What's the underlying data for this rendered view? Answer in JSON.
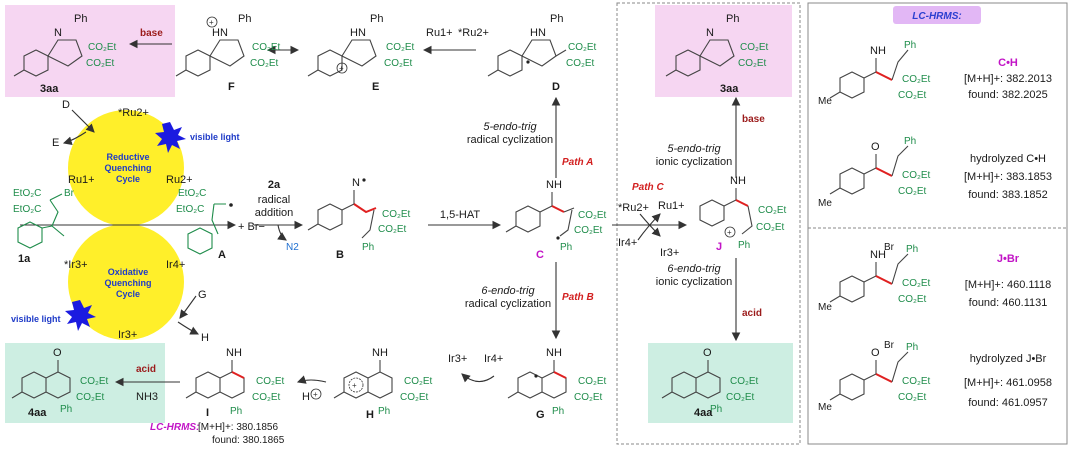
{
  "compounds": {
    "c3aa_top": "3aa",
    "F": "F",
    "E": "E",
    "D": "D",
    "c3aa_right": "3aa",
    "c1a": "1a",
    "A": "A",
    "B": "B",
    "C": "C",
    "J": "J",
    "G": "G",
    "H": "H",
    "I": "I",
    "c4aa_left": "4aa",
    "c4aa_right": "4aa"
  },
  "reagents": {
    "base_top": "base",
    "base_right": "base",
    "acid_left": "acid",
    "acid_right": "acid",
    "ru1": "Ru1+",
    "ru2star": "*Ru2+",
    "ir3": "Ir3+",
    "ir4": "Ir4+",
    "br": "+ Br−",
    "two_a": "2a",
    "radical": "radical",
    "addition": "addition",
    "n2": "N2",
    "hat": "1,5-HAT",
    "nh3": "NH3",
    "d_label": "D",
    "e_label": "E",
    "g_label": "G",
    "h_label": "H"
  },
  "paths": {
    "path_a": "Path A",
    "path_b": "Path B",
    "path_c": "Path C",
    "endo5_radical_1": "5-endo-trig",
    "endo5_radical_2": "radical cyclization",
    "endo6_radical_1": "6-endo-trig",
    "endo6_radical_2": "radical cyclization",
    "endo5_ionic_1": "5-endo-trig",
    "endo5_ionic_2": "ionic cyclization",
    "endo6_ionic_1": "6-endo-trig",
    "endo6_ionic_2": "ionic cyclization"
  },
  "cycles": {
    "reductive_1": "Reductive",
    "reductive_2": "Quenching",
    "reductive_3": "Cycle",
    "oxidative_1": "Oxidative",
    "oxidative_2": "Quenching",
    "oxidative_3": "Cycle",
    "visible_light_1": "visible light",
    "visible_light_2": "visible light",
    "ru2star": "*Ru2+",
    "ru1": "Ru1+",
    "ru2": "Ru2+",
    "ir3star": "*Ir3+",
    "ir4": "Ir4+",
    "ir3": "Ir3+"
  },
  "lc_hrms_bottom": {
    "label": "LC-HRMS:",
    "calc": "[M+H]+: 380.1856",
    "found": "found: 380.1865"
  },
  "panel": {
    "title": "LC-HRMS:",
    "entries": [
      {
        "name": "C•H",
        "calc": "[M+H]+: 382.2013",
        "found": "found: 382.2025"
      },
      {
        "name": "hydrolyzed C•H",
        "calc": "[M+H]+: 383.1853",
        "found": "found: 383.1852"
      },
      {
        "name": "J•Br",
        "calc": "[M+H]+: 460.1118",
        "found": "found: 460.1131"
      },
      {
        "name": "hydrolyzed J•Br",
        "calc": "[M+H]+: 461.0958",
        "found": "found: 461.0957"
      }
    ]
  },
  "colors": {
    "pink_box": "#f6d6f2",
    "teal_box": "#cdeee2",
    "cycle_yellow": "#ffef2a",
    "title_box": "#e2b7f5"
  }
}
